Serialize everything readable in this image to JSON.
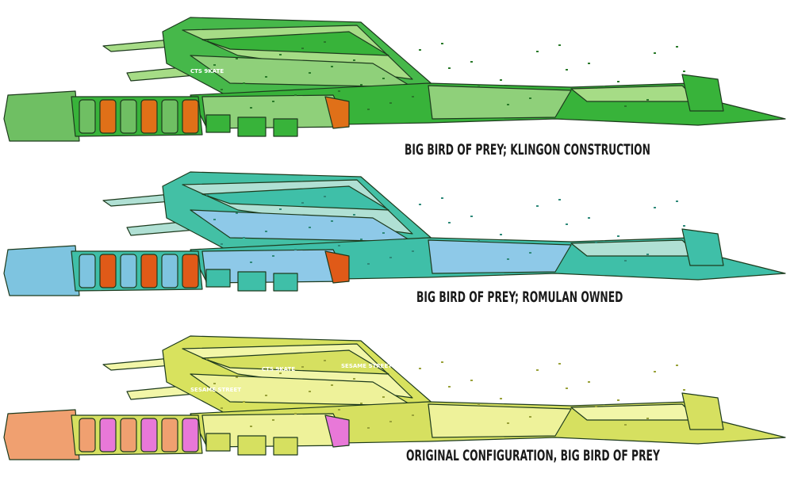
{
  "ships": [
    {
      "caption": "BIG BIRD OF PREY; KLINGON CONSTRUCTION",
      "colors": {
        "hull": "#38b33a",
        "panel": "#8fd07a",
        "dark": "#2a7a2a",
        "accent": "#e07018",
        "pod": "#6fbf63",
        "wing": "#46b84a",
        "wingLight": "#a6dc86"
      },
      "hull_text": [
        "CTS 9KATE"
      ]
    },
    {
      "caption": "BIG BIRD OF PREY; ROMULAN OWNED",
      "colors": {
        "hull": "#3fbfa8",
        "panel": "#8ec9e8",
        "dark": "#2f8a7a",
        "accent": "#e05a18",
        "pod": "#7ec4e0",
        "wing": "#43c0a5",
        "wingLight": "#b0e0d4"
      },
      "hull_text": []
    },
    {
      "caption": "ORIGINAL CONFIGURATION, BIG BIRD OF PREY",
      "colors": {
        "hull": "#d6e060",
        "panel": "#eef29a",
        "dark": "#9aa23a",
        "accent": "#e878d8",
        "pod": "#f0a070",
        "wing": "#d8e25e",
        "wingLight": "#f2f6a8"
      },
      "hull_text": [
        "SESAME STREET",
        "SESAME STREET",
        "CTS 9KATE",
        "SESAME STREET"
      ]
    }
  ]
}
